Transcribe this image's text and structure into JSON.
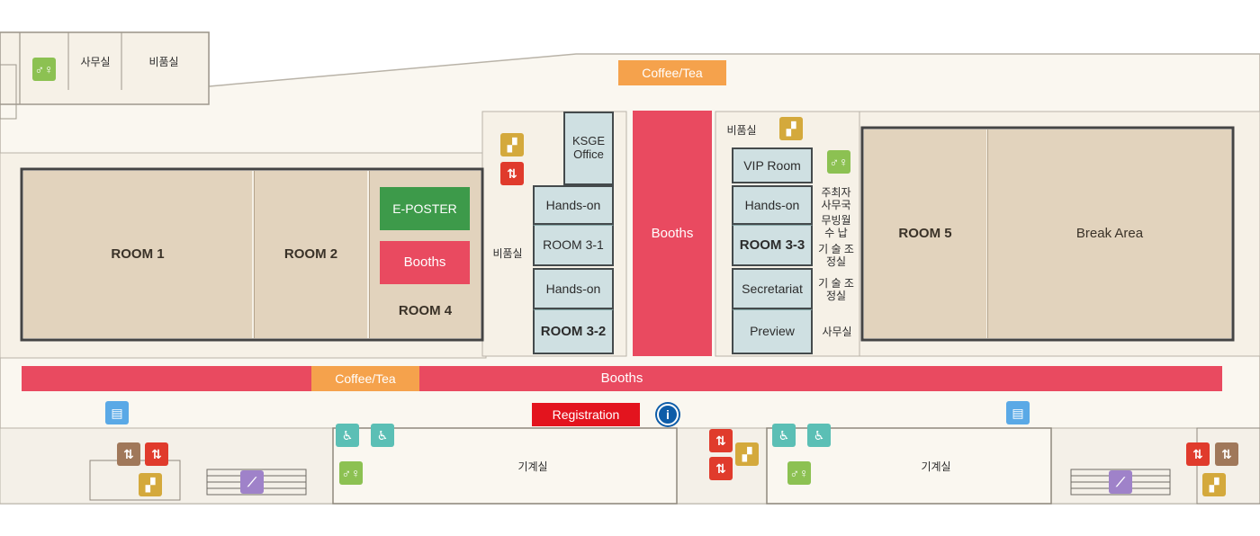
{
  "labels": {
    "office_top": "사무실",
    "storage_top": "비품실",
    "coffee_top": "Coffee/Tea",
    "ksge_office": "KSGE Office",
    "storage_mid_left": "비품실",
    "storage_mid_right": "비품실",
    "room1": "ROOM 1",
    "room2": "ROOM 2",
    "room4": "ROOM 4",
    "eposter": "E-POSTER",
    "booths_room4": "Booths",
    "handson_left": "Hands-on",
    "room31": "ROOM 3-1",
    "handson_left2": "Hands-on",
    "room32": "ROOM 3-2",
    "booths_center": "Booths",
    "vip": "VIP Room",
    "handson_right": "Hands-on",
    "room33": "ROOM 3-3",
    "secretariat": "Secretariat",
    "preview": "Preview",
    "organizer": "주최자 사무국",
    "mubingwol": "무빙월 수 납",
    "tech1": "기 술 조정실",
    "tech2": "기 술 조정실",
    "office_right": "사무실",
    "room5": "ROOM 5",
    "break_area": "Break Area",
    "coffee_bottom": "Coffee/Tea",
    "booths_bottom": "Booths",
    "registration": "Registration",
    "machine_left": "기계실",
    "machine_right": "기계실"
  },
  "icons": {
    "info": "i",
    "wc": "♂♀",
    "wheelchair": "♿",
    "stairs": "▞",
    "elevator": "⇅",
    "atm": "▤",
    "escalator": "⟋"
  },
  "colors": {
    "room": "#e2d3bd",
    "hall_room": "#cfe0e2",
    "booth": "#e94a60",
    "coffee": "#f5a24c",
    "eposter": "#3d9a4a",
    "registration": "#e3141e",
    "floor": "#faf7f0"
  }
}
